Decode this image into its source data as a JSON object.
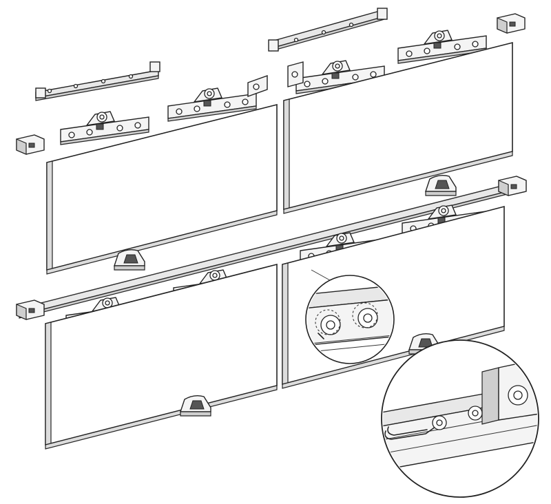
{
  "figure": {
    "kind": "sliding-door-hardware-exploded-view",
    "colors": {
      "line": "#222222",
      "panel_fill": "#ffffff",
      "shade": "#cfcfcf",
      "background": "#ffffff"
    },
    "views": [
      "exploded-left-panel",
      "exploded-right-panel",
      "assembled-two-panels",
      "detail-roller-screws",
      "detail-rail-end-stop"
    ]
  }
}
